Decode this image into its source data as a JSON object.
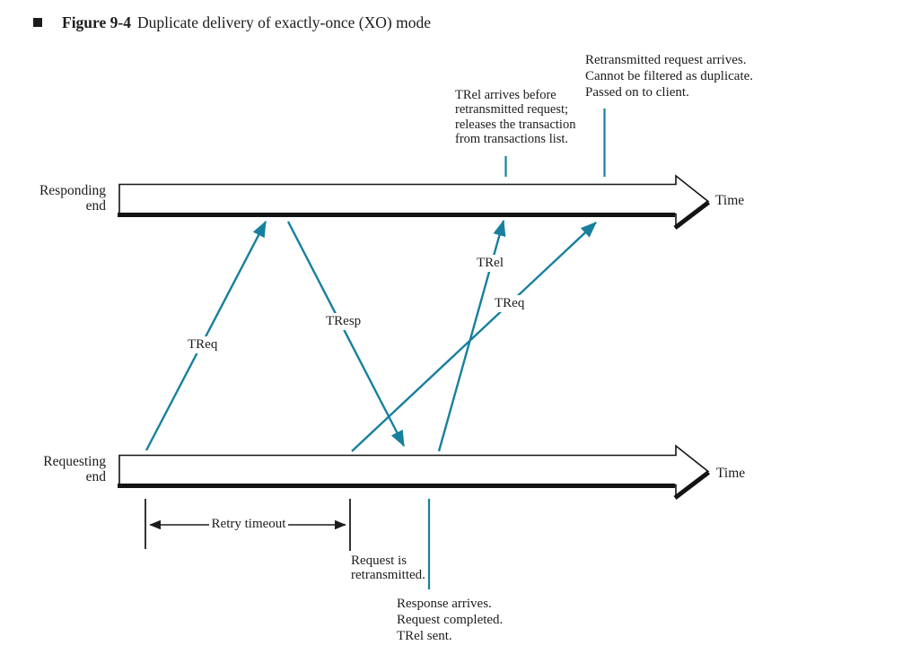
{
  "colors": {
    "accent": "#17809e",
    "ink": "#1c1c1c"
  },
  "figure": {
    "label": "Figure 9-4",
    "caption": "Duplicate delivery of exactly-once (XO) mode"
  },
  "timelines": {
    "responding": {
      "label": "Responding\nend",
      "axis_label": "Time"
    },
    "requesting": {
      "label": "Requesting\nend",
      "axis_label": "Time"
    }
  },
  "messages": {
    "treq_first": "TReq",
    "tresp": "TResp",
    "trel": "TRel",
    "treq_retransmitted": "TReq"
  },
  "annotations": {
    "trel_arrives": "TRel arrives before\nretransmitted request;\nreleases the transaction\nfrom transactions list.",
    "retransmitted_arrives": "Retransmitted request arrives.\nCannot be filtered as duplicate.\nPassed on to client.",
    "retry_timeout": "Retry timeout",
    "request_retransmitted": "Request is\nretransmitted.",
    "response_arrives": "Response arrives.\nRequest completed.\nTRel sent."
  }
}
